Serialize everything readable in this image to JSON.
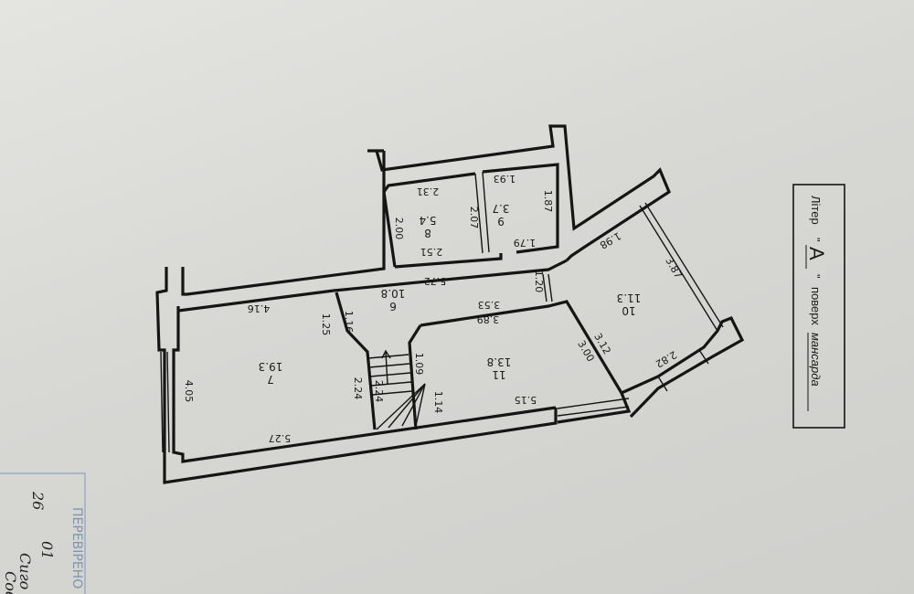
{
  "title_block": {
    "liter_label": "Літер",
    "liter_value": "A",
    "floor_label": "поверх",
    "floor_value": "мансарда"
  },
  "rooms": [
    {
      "number": "6",
      "area": "10.8"
    },
    {
      "number": "7",
      "area": "19.3"
    },
    {
      "number": "8",
      "area": "5.4"
    },
    {
      "number": "9",
      "area": "3.7"
    },
    {
      "number": "10",
      "area": "11.3"
    },
    {
      "number": "11",
      "area": "13.8"
    }
  ],
  "dimensions": [
    "2.31",
    "1.93",
    "2.00",
    "2.07",
    "1.87",
    "2.51",
    "1.79",
    "5.72",
    "1.20",
    "4.16",
    "1.16",
    "1.25",
    "3.53",
    "3.89",
    "1.09",
    "2.24",
    "2.24",
    "1.14",
    "5.15",
    "5.27",
    "4.05",
    "1.98",
    "3.87",
    "3.12",
    "3.00",
    "2.82"
  ],
  "stamp": {
    "heading": "ПЕРЕВІРЕНО",
    "day": "26",
    "month": "01",
    "signature": "Сиго",
    "signature2": "Сові"
  },
  "colors": {
    "paper": "#d9d9d6",
    "ink": "#151515",
    "stamp": "#7d95b3"
  }
}
